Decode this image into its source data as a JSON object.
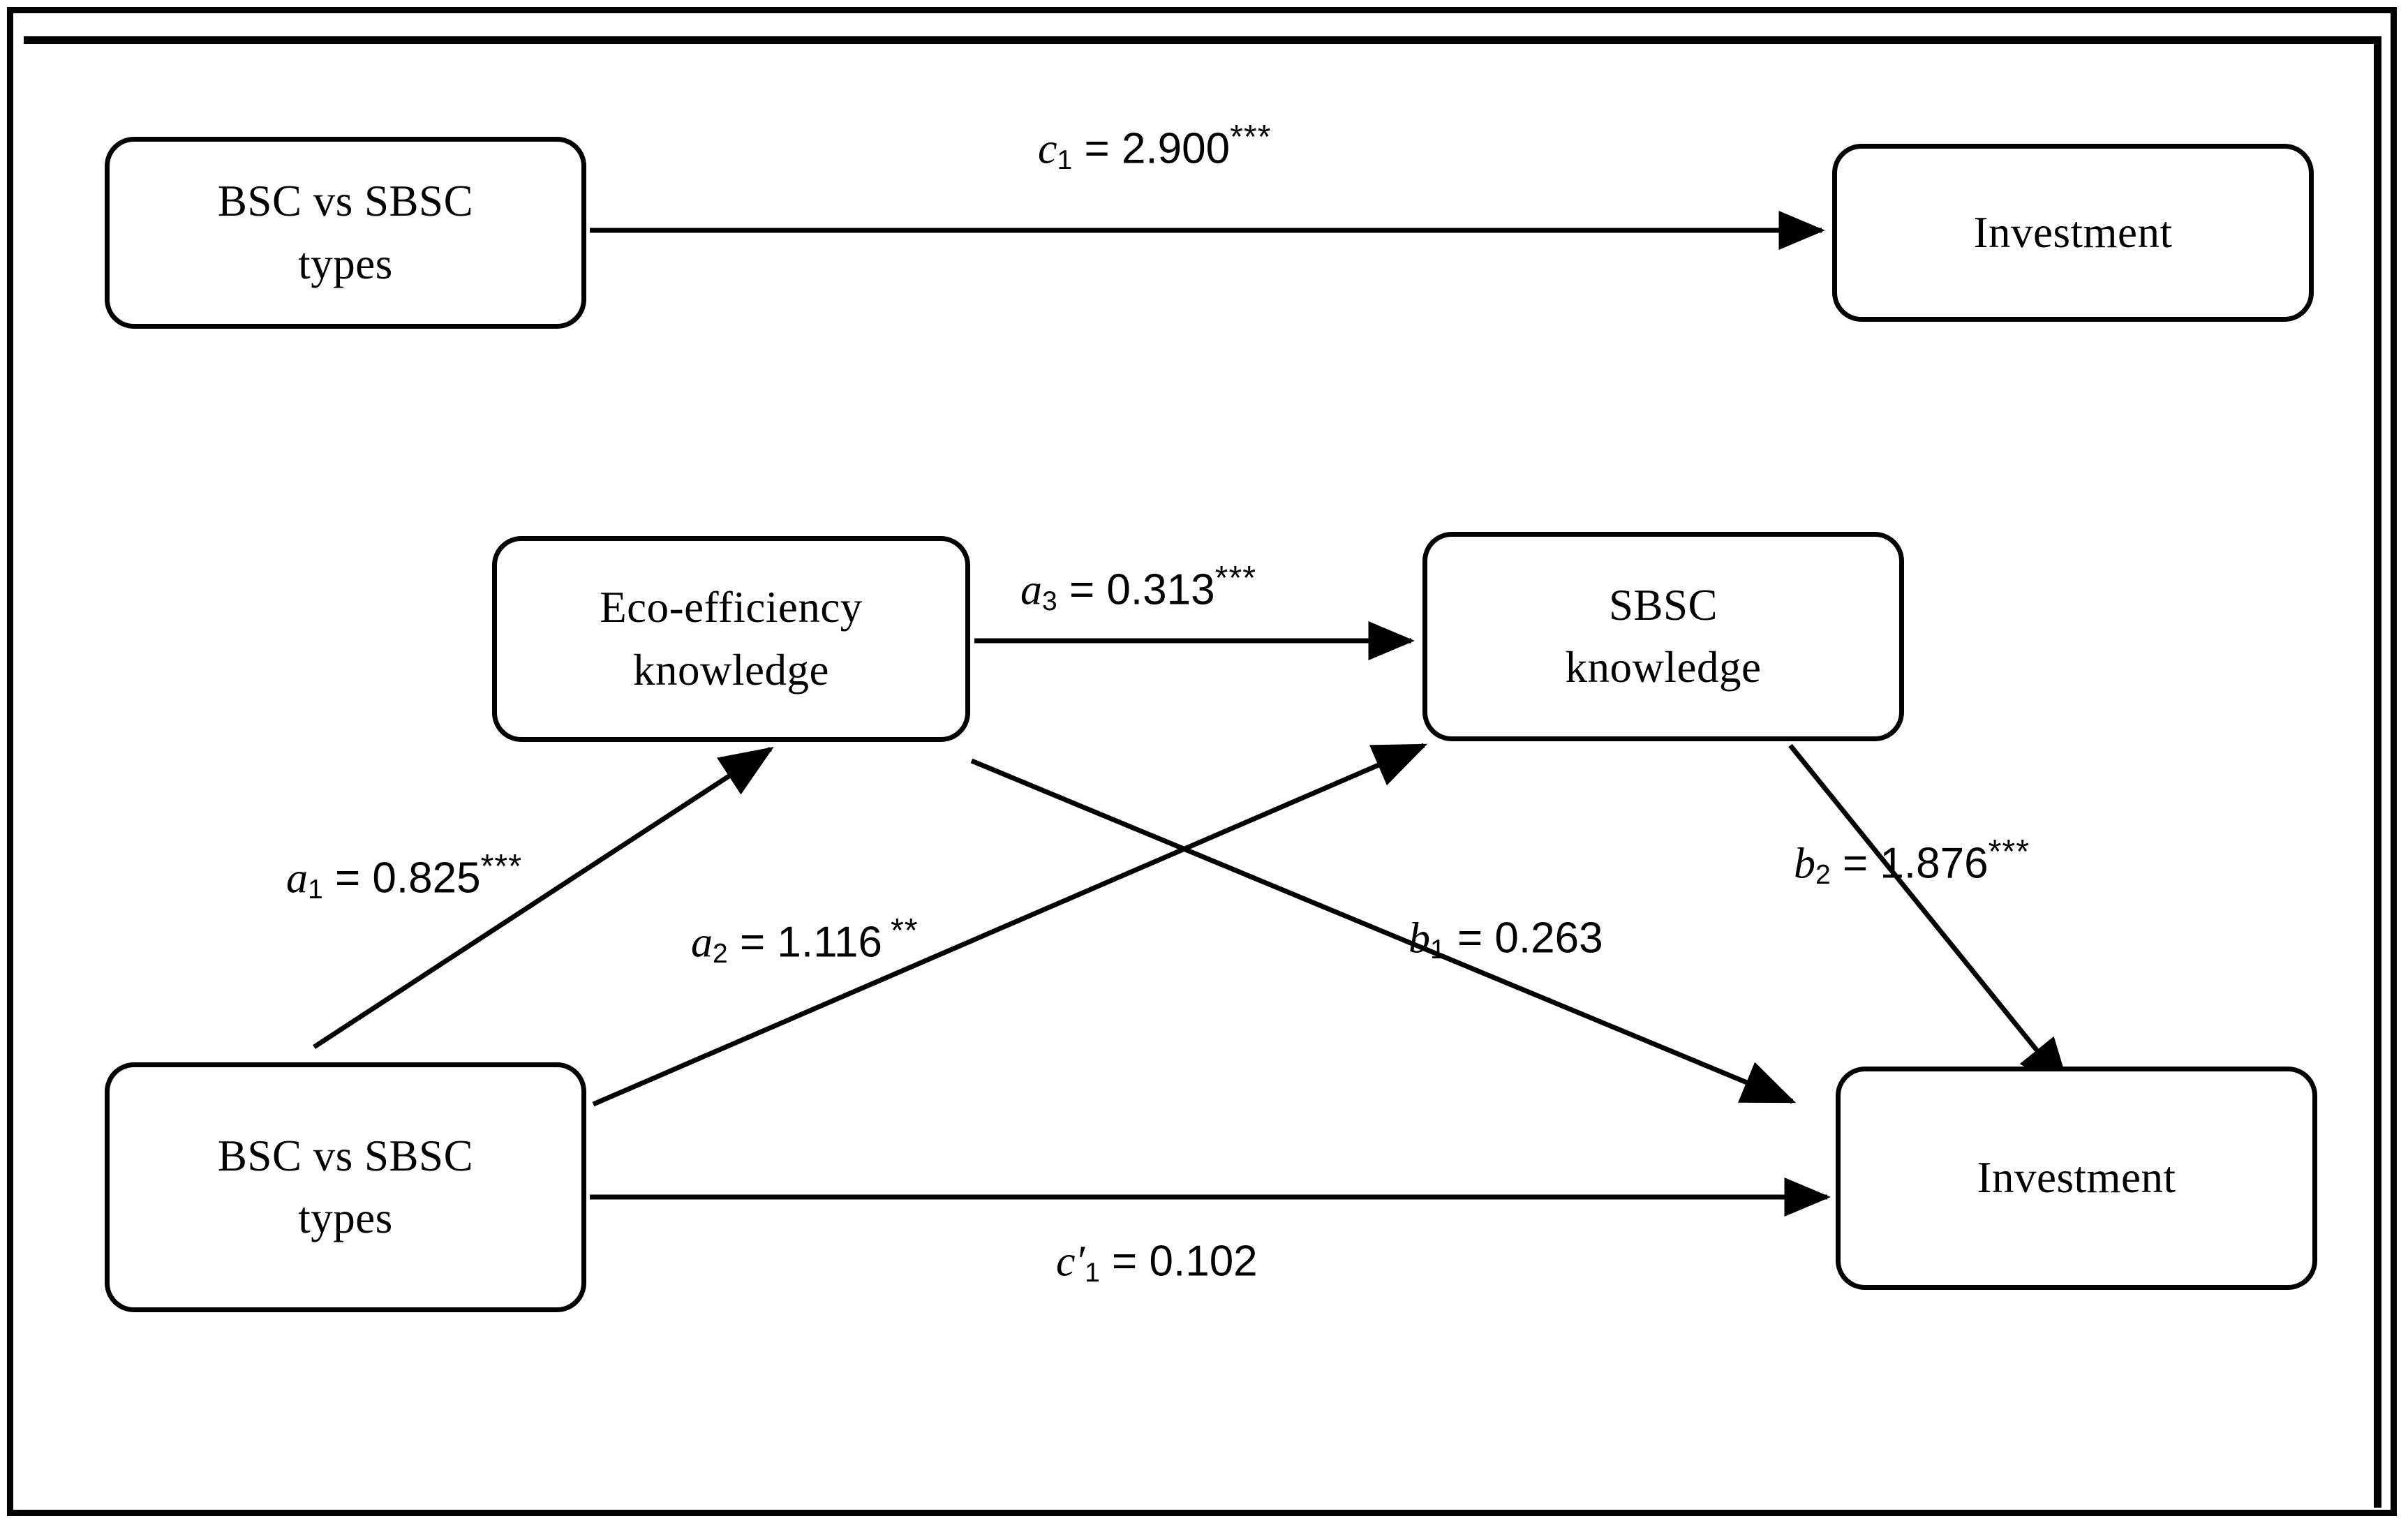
{
  "figure": {
    "type": "path-diagram",
    "title": "",
    "nodes": [
      {
        "id": "bsc-top",
        "label": "BSC vs SBSC\ntypes"
      },
      {
        "id": "investment-top",
        "label": "Investment"
      },
      {
        "id": "eco-knowledge",
        "label": "Eco-efficiency\nknowledge"
      },
      {
        "id": "sbsc-knowledge",
        "label": "SBSC\nknowledge"
      },
      {
        "id": "bsc-bottom",
        "label": "BSC vs SBSC\ntypes"
      },
      {
        "id": "investment-bottom",
        "label": "Investment"
      }
    ],
    "paths": [
      {
        "id": "c1",
        "symbol": "c",
        "subscript": "1",
        "prime": "",
        "equals": "=",
        "value": "2.900",
        "stars": "***",
        "star_space": false,
        "text": "c1 = 2.900***",
        "from": "bsc-top",
        "to": "investment-top"
      },
      {
        "id": "a3",
        "symbol": "a",
        "subscript": "3",
        "prime": "",
        "equals": "=",
        "value": "0.313",
        "stars": "***",
        "star_space": false,
        "text": "a3 = 0.313***",
        "from": "eco-knowledge",
        "to": "sbsc-knowledge"
      },
      {
        "id": "a1",
        "symbol": "a",
        "subscript": "1",
        "prime": "",
        "equals": "=",
        "value": "0.825",
        "stars": "***",
        "star_space": false,
        "text": "a1 = 0.825***",
        "from": "bsc-bottom",
        "to": "eco-knowledge"
      },
      {
        "id": "a2",
        "symbol": "a",
        "subscript": "2",
        "prime": "",
        "equals": "=",
        "value": "1.116",
        "stars": "**",
        "star_space": true,
        "text": "a2 = 1.116 **",
        "from": "bsc-bottom",
        "to": "sbsc-knowledge"
      },
      {
        "id": "b1",
        "symbol": "b",
        "subscript": "1",
        "prime": "",
        "equals": "=",
        "value": "0.263",
        "stars": "",
        "star_space": false,
        "text": "b1 = 0.263",
        "from": "eco-knowledge",
        "to": "investment-bottom"
      },
      {
        "id": "b2",
        "symbol": "b",
        "subscript": "2",
        "prime": "",
        "equals": "=",
        "value": "1.876",
        "stars": "***",
        "star_space": false,
        "text": "b2 = 1.876***",
        "from": "sbsc-knowledge",
        "to": "investment-bottom"
      },
      {
        "id": "cprime1",
        "symbol": "c",
        "subscript": "1",
        "prime": "′",
        "equals": "=",
        "value": "0.102",
        "stars": "",
        "star_space": false,
        "text": "c′1 = 0.102",
        "from": "bsc-bottom",
        "to": "investment-bottom"
      }
    ],
    "colors": {
      "stroke": "#000000",
      "background": "#ffffff",
      "text": "#000000"
    }
  }
}
